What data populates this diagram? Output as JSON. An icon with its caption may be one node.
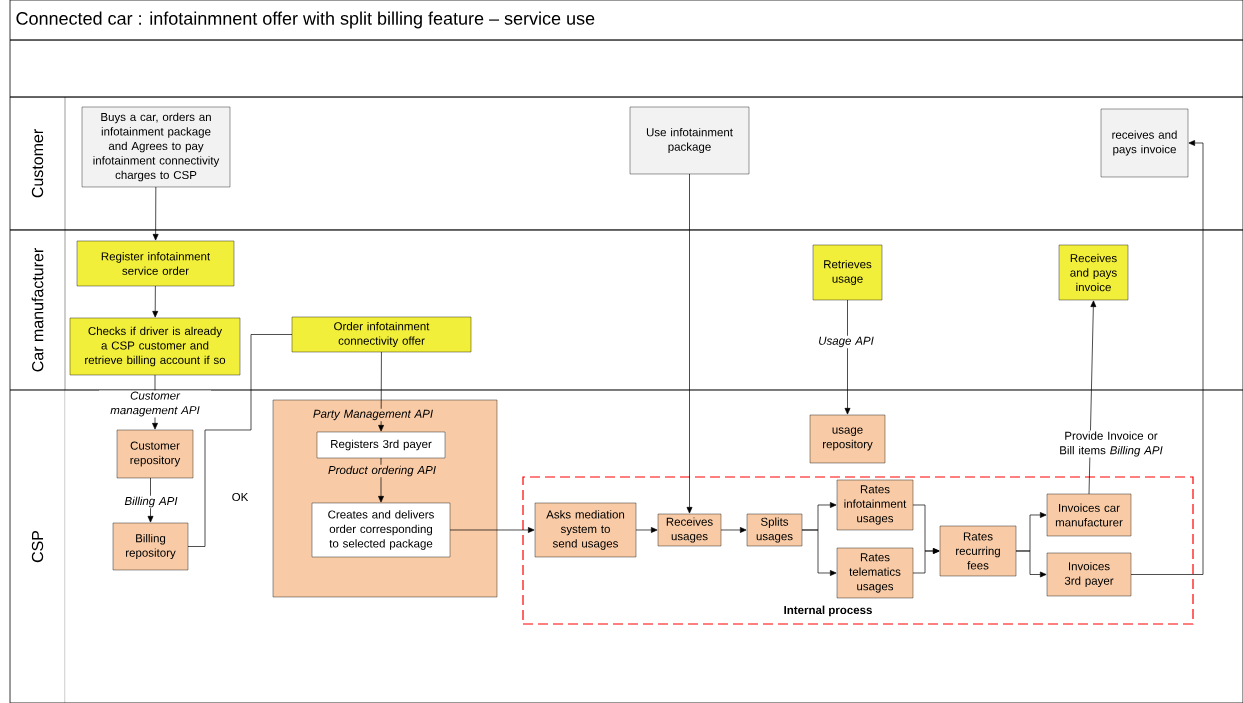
{
  "diagram": {
    "title": "Connected car : infotainmnent offer with split billing feature – service use",
    "nodes": [
      {
        "text": [
          "Customer"
        ]
      },
      {
        "text": [
          "Buys a car, orders an infotainment package and Agrees to pay infotainment connectivity charges to CSP"
        ],
        "in": 0
      },
      {
        "text": [
          "Use infotainment package"
        ],
        "in": 0
      },
      {
        "text": [
          "receives and pays invoice"
        ],
        "in": 0
      },
      {
        "text": [
          "Car manufacturer"
        ]
      },
      {
        "text": [
          "Register infotainment service order"
        ],
        "in": 4
      },
      {
        "text": [
          "Checks if driver is already a CSP customer and retrieve billing account if so"
        ],
        "in": 4
      },
      {
        "text": [
          "Order infotainment connectivity offer"
        ],
        "in": 4
      },
      {
        "text": [
          "Retrieves usage"
        ],
        "in": 4
      },
      {
        "text": [
          "Receives and pays invoice"
        ],
        "in": 4
      },
      {
        "text": [
          "CSP"
        ]
      },
      {
        "text": [
          "Customer repository"
        ],
        "in": 10
      },
      {
        "text": [
          "Billing repository"
        ],
        "in": 10
      },
      {
        "text": [],
        "shape": "box",
        "in": 10
      },
      {
        "text": [
          "Registers 3rd payer"
        ],
        "in": 13
      },
      {
        "text": [
          "Creates and delivers order corresponding to selected package"
        ],
        "in": 13
      },
      {
        "text": [
          "usage repository"
        ],
        "in": 10
      },
      {
        "text": [
          "Internal process"
        ],
        "in": 10
      },
      {
        "text": [
          "Asks mediation system to send usages"
        ],
        "in": 17
      },
      {
        "text": [
          "Receives usages"
        ],
        "in": 17
      },
      {
        "text": [
          "Splits usages"
        ],
        "in": 17
      },
      {
        "text": [
          "Rates infotainment usages"
        ],
        "in": 17
      },
      {
        "text": [
          "Rates telematics usages"
        ],
        "in": 17
      },
      {
        "text": [
          "Rates recurring fees"
        ],
        "in": 17
      },
      {
        "text": [
          "Invoices car manufacturer"
        ],
        "in": 17
      },
      {
        "text": [
          "Invoices 3rd payer"
        ],
        "in": 17
      }
    ],
    "edges": [
      {
        "from": 1,
        "to": 5,
        "arrow": "to"
      },
      {
        "from": 5,
        "to": 6,
        "arrow": "to"
      },
      {
        "from": 6,
        "to": 11,
        "arrow": "to",
        "label": "Customer management API"
      },
      {
        "from": 11,
        "to": 12,
        "arrow": "to",
        "label": "Billing API"
      },
      {
        "from": 12,
        "to": 7,
        "arrow": "none",
        "label": "OK"
      },
      {
        "from": 7,
        "to": 14,
        "arrow": "to",
        "label": "Party Management API"
      },
      {
        "from": 14,
        "to": 15,
        "arrow": "to",
        "label": "Product ordering API"
      },
      {
        "from": 15,
        "to": 18,
        "arrow": "to"
      },
      {
        "from": 2,
        "to": 19,
        "arrow": "to"
      },
      {
        "from": 8,
        "to": 16,
        "arrow": "to",
        "label": "Usage API"
      },
      {
        "from": 18,
        "to": 19,
        "arrow": "to"
      },
      {
        "from": 19,
        "to": 20,
        "arrow": "to"
      },
      {
        "from": 20,
        "to": 21,
        "arrow": "to"
      },
      {
        "from": 20,
        "to": 22,
        "arrow": "to"
      },
      {
        "from": 21,
        "to": 23,
        "arrow": "to"
      },
      {
        "from": 22,
        "to": 23,
        "arrow": "to"
      },
      {
        "from": 23,
        "to": 24,
        "arrow": "to"
      },
      {
        "from": 23,
        "to": 25,
        "arrow": "to"
      },
      {
        "from": 24,
        "to": 9,
        "arrow": "to",
        "label": "Provide Invoice or Bill items *Billing API*"
      },
      {
        "from": 25,
        "to": 3,
        "arrow": "to"
      }
    ]
  }
}
